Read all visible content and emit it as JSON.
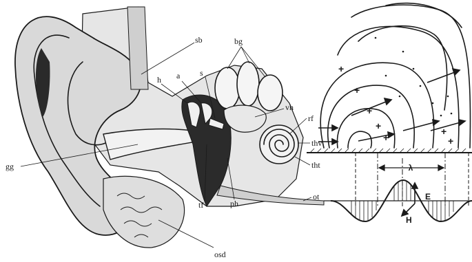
{
  "ear_labels": {
    "gg": "gg",
    "sb": "sb",
    "bg": "bg",
    "h": "h",
    "a": "a",
    "s": "s",
    "vh": "vh",
    "rf": "rf",
    "thv": "thv",
    "tht": "tht",
    "tf": "tf",
    "ph": "ph",
    "ot": "ot",
    "osd": "osd"
  },
  "wave_labels": {
    "lambda": "λ",
    "E": "E",
    "H": "H",
    "plus_sign": "+"
  }
}
